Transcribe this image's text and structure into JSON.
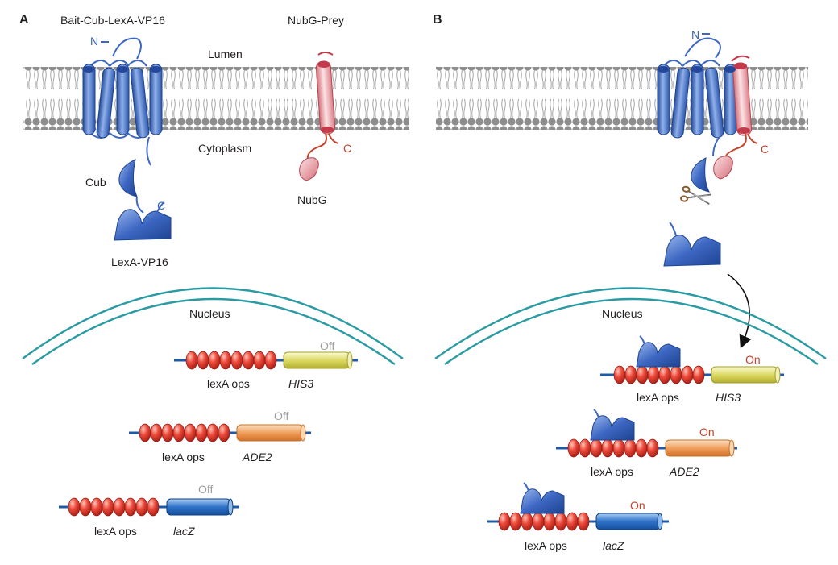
{
  "panels": {
    "a": {
      "label": "A",
      "bait_label": "Bait-Cub-LexA-VP16",
      "prey_label": "NubG-Prey",
      "lumen": "Lumen",
      "cytoplasm": "Cytoplasm",
      "n_term": "N",
      "c_term_bait": "C",
      "c_term_prey": "C",
      "cub": "Cub",
      "nubg": "NubG",
      "lexa_vp16": "LexA-VP16",
      "nucleus": "Nucleus",
      "reporters": [
        {
          "ops": "lexA ops",
          "gene": "HIS3",
          "state": "Off"
        },
        {
          "ops": "lexA ops",
          "gene": "ADE2",
          "state": "Off"
        },
        {
          "ops": "lexA ops",
          "gene": "lacZ",
          "state": "Off"
        }
      ]
    },
    "b": {
      "label": "B",
      "n_term": "N",
      "c_term": "C",
      "nucleus": "Nucleus",
      "reporters": [
        {
          "ops": "lexA ops",
          "gene": "HIS3",
          "state": "On"
        },
        {
          "ops": "lexA ops",
          "gene": "ADE2",
          "state": "On"
        },
        {
          "ops": "lexA ops",
          "gene": "lacZ",
          "state": "On"
        }
      ]
    }
  },
  "colors": {
    "bait_blue": "#3d67c2",
    "prey_pink": "#e9a0a6",
    "prey_red": "#c43a4a",
    "membrane": "#9a9a9a",
    "nucleus_teal": "#2a9aa3",
    "operator_red": "#e23a2e",
    "his3_yellow": "#d8d45a",
    "ade2_orange": "#ec9650",
    "lacz_blue": "#2f72c8",
    "dna_blue": "#1f5aa8"
  },
  "icons": [
    "scissors-icon",
    "curved-arrow-icon"
  ]
}
